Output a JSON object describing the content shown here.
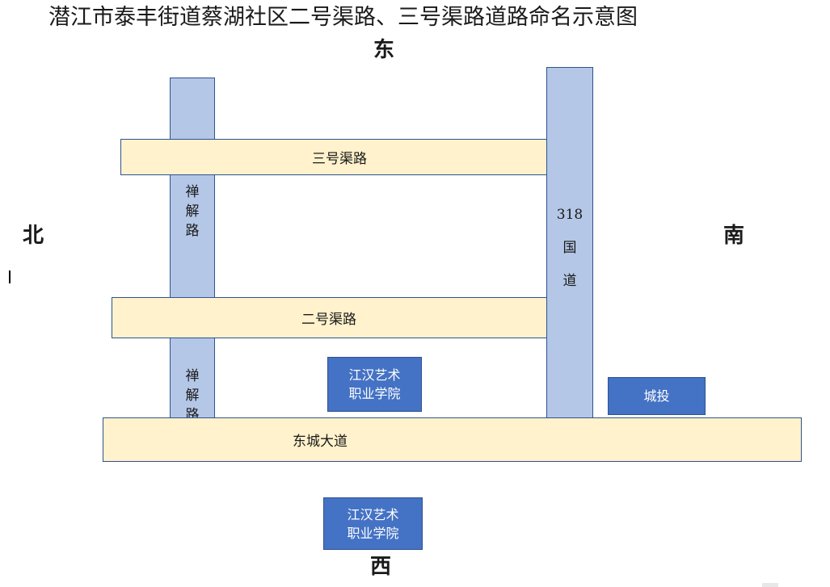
{
  "map": {
    "title": "潜江市泰丰街道蔡湖社区二号渠路、三号渠路道路命名示意图",
    "directions": {
      "east": "东",
      "north": "北",
      "south": "南",
      "west": "西"
    },
    "roads": {
      "sanhao_qulu": "三号渠路",
      "erhao_qulu": "二号渠路",
      "dongcheng_dadao": "东城大道",
      "chanjie_lu_upper": "禅\n解\n路",
      "chanjie_lu_lower": "禅\n解\n路",
      "guodao_318": "318\n国\n道"
    },
    "landmarks": {
      "arts_college_north": "江汉艺术\n职业学院",
      "arts_college_south": "江汉艺术\n职业学院",
      "chengtou": "城投"
    },
    "colors": {
      "main_road_fill": "#fff2cc",
      "side_road_fill": "#b4c7e7",
      "landmark_fill": "#4472c4",
      "outline": "#2f528f"
    }
  }
}
